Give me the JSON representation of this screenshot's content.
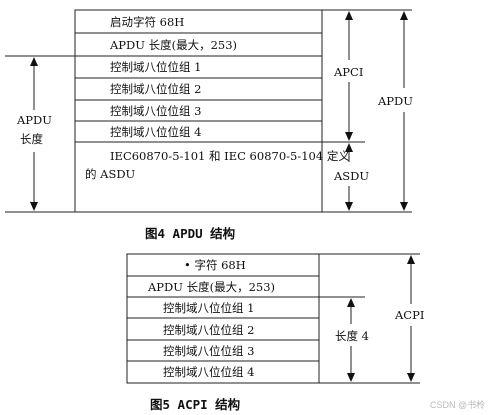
{
  "figure4": {
    "rows": [
      "启动字符 68H",
      "APDU 长度(最大，253)",
      "控制域八位位组 1",
      "控制域八位位组 2",
      "控制域八位位组 3",
      "控制域八位位组 4"
    ],
    "asdu_line1": "IEC60870-5-101 和 IEC 60870-5-104 定义",
    "asdu_line2": "的 ASDU",
    "left_label_line1": "APDU",
    "left_label_line2": "长度",
    "apci_label": "APCI",
    "asdu_label": "ASDU",
    "apdu_label": "APDU",
    "caption": "图4  APDU 结构"
  },
  "figure5": {
    "rows": [
      "• 字符 68H",
      "APDU 长度(最大，253)",
      "控制域八位位组 1",
      "控制域八位位组 2",
      "控制域八位位组 3",
      "控制域八位位组 4"
    ],
    "length_label": "长度 4",
    "apci_label": "ACPI",
    "caption": "图5  ACPI 结构"
  },
  "watermark": "CSDN @书柃"
}
